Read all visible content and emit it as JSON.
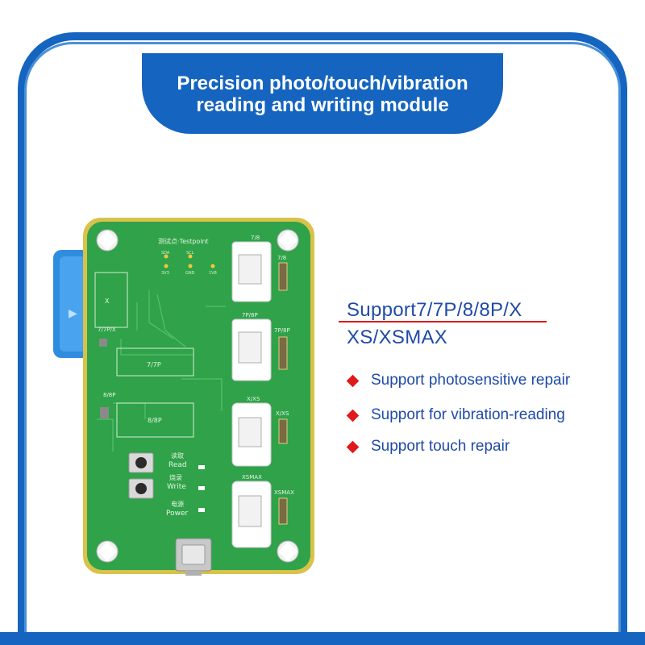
{
  "banner": {
    "line1": "Precision photo/touch/vibration",
    "line2": "reading and writing module"
  },
  "board": {
    "testpoint": "测试点·Testpoint",
    "pins_top": [
      "SDA",
      "SCL"
    ],
    "pins_bottom": [
      "3V3",
      "GND",
      "1V8"
    ],
    "connectors": [
      "7/8",
      "7P/8P",
      "X/XS",
      "XSMAX"
    ],
    "screen_labels": [
      "7/8",
      "7P/8P",
      "X/XS",
      "XSMAX"
    ],
    "slot_labels": [
      "X",
      "7/7P/X",
      "7/7P",
      "8/8P",
      "8/8P"
    ],
    "button_read_cn": "读取",
    "button_read": "Read",
    "button_write_cn": "烧录",
    "button_write": "Write",
    "power_cn": "电源",
    "power": "Power",
    "side_arrow": "▶"
  },
  "specs": {
    "models_line1": "Support7/7P/8/8P/X",
    "models_line2": "XS/XSMAX"
  },
  "features": [
    "Support photosensitive repair",
    "Support for vibration-reading",
    "Support touch repair"
  ],
  "colors": {
    "frame_blue": "#1565c0",
    "accent_red": "#e0191a",
    "text_blue": "#1f4aa8",
    "pcb_green": "#2fa24a",
    "pcb_border": "#d8c24a",
    "clip_blue": "#2f8de0"
  }
}
